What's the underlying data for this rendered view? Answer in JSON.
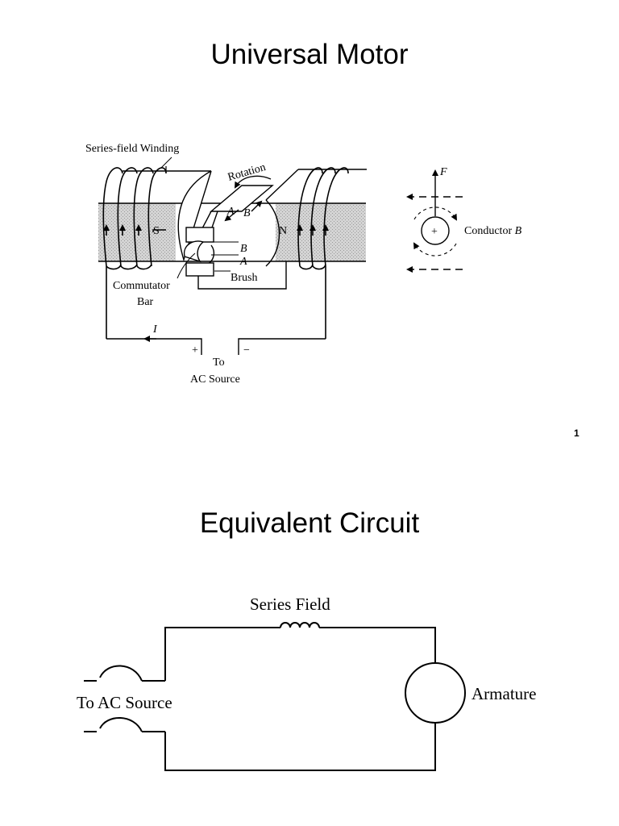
{
  "slides": [
    {
      "title": "Universal Motor",
      "labels": {
        "series_field_winding": "Series-field Winding",
        "rotation": "Rotation",
        "a_top": "A",
        "b_top": "B",
        "s_pole": "S",
        "n_pole": "N",
        "b_bar": "B",
        "a_bar": "A",
        "brush": "Brush",
        "commutator_line1": "Commutator",
        "commutator_line2": "Bar",
        "current": "I",
        "plus": "+",
        "minus": "−",
        "to": "To",
        "ac_source": "AC Source",
        "force": "F",
        "conductor_plus": "+",
        "conductor_b_text": "Conductor ",
        "conductor_b_italic": "B"
      },
      "page_number": "1"
    },
    {
      "title": "Equivalent Circuit",
      "labels": {
        "series_field": "Series Field",
        "to_ac_source": "To AC Source",
        "armature": "Armature"
      }
    }
  ]
}
